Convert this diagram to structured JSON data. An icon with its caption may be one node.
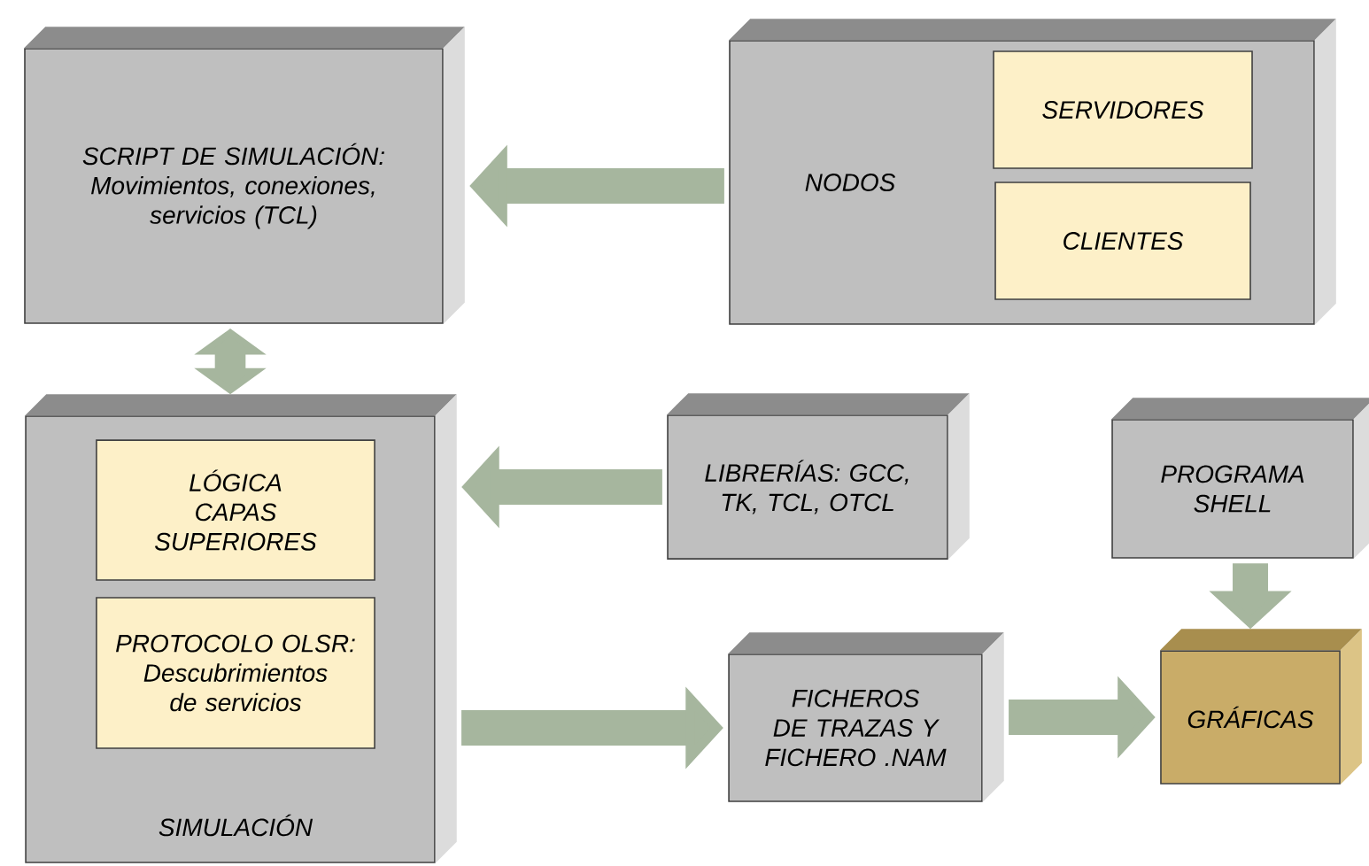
{
  "diagram": {
    "nodes": [
      {
        "text": [
          "SCRIPT DE SIMULACIÓN: Movimientos, conexiones, servicios (TCL)"
        ]
      },
      {
        "text": [
          "NODOS"
        ]
      },
      {
        "text": [
          "SERVIDORES"
        ],
        "in": 1
      },
      {
        "text": [
          "CLIENTES"
        ],
        "in": 1
      },
      {
        "text": [
          "SIMULACIÓN"
        ]
      },
      {
        "text": [
          "LÓGICA CAPAS SUPERIORES"
        ],
        "in": 4
      },
      {
        "text": [
          "PROTOCOLO OLSR: Descubrimientos de servicios"
        ],
        "in": 4
      },
      {
        "text": [
          "LIBRERÍAS: GCC, TK, TCL, OTCL"
        ]
      },
      {
        "text": [
          "PROGRAMA SHELL"
        ]
      },
      {
        "text": [
          "FICHEROS DE TRAZAS Y FICHERO .NAM"
        ]
      },
      {
        "text": [
          "GRÁFICAS"
        ]
      }
    ],
    "edges": [
      {
        "from": 1,
        "to": 0,
        "arrow": "to"
      },
      {
        "from": 0,
        "to": 4,
        "arrow": "both"
      },
      {
        "from": 7,
        "to": 4,
        "arrow": "to"
      },
      {
        "from": 4,
        "to": 9,
        "arrow": "to"
      },
      {
        "from": 9,
        "to": 10,
        "arrow": "to"
      },
      {
        "from": 8,
        "to": 10,
        "arrow": "to"
      }
    ]
  }
}
